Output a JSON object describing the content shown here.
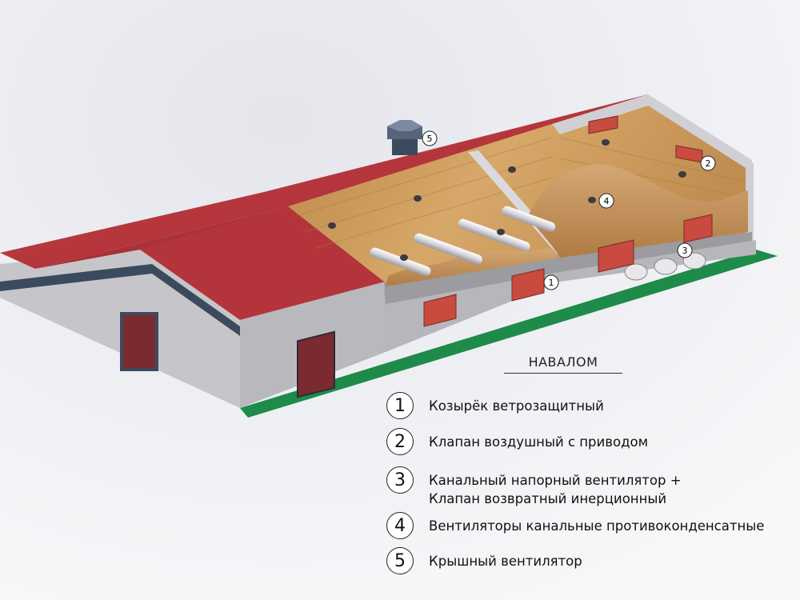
{
  "legend": {
    "title": "НАВАЛОМ",
    "items": [
      {
        "num": "1",
        "label": "Козырёк ветрозащитный"
      },
      {
        "num": "2",
        "label": "Клапан воздушный с приводом"
      },
      {
        "num": "3",
        "label": "Канальный напорный вентилятор +\nКлапан возвратный инерционный"
      },
      {
        "num": "4",
        "label": "Вентиляторы канальные противоконденсатные"
      },
      {
        "num": "5",
        "label": "Крышный вентилятор"
      }
    ]
  },
  "callouts": [
    "1",
    "2",
    "3",
    "4",
    "5"
  ],
  "colors": {
    "roof": "#b8363c",
    "wall": "#b9b9bd",
    "wood": "#c8975a",
    "grain": "#c49560",
    "door": "#7a2a30",
    "ground": "#1e8b4a",
    "duct": "#e6e6ea",
    "vent_panel": "#c94a3e"
  }
}
